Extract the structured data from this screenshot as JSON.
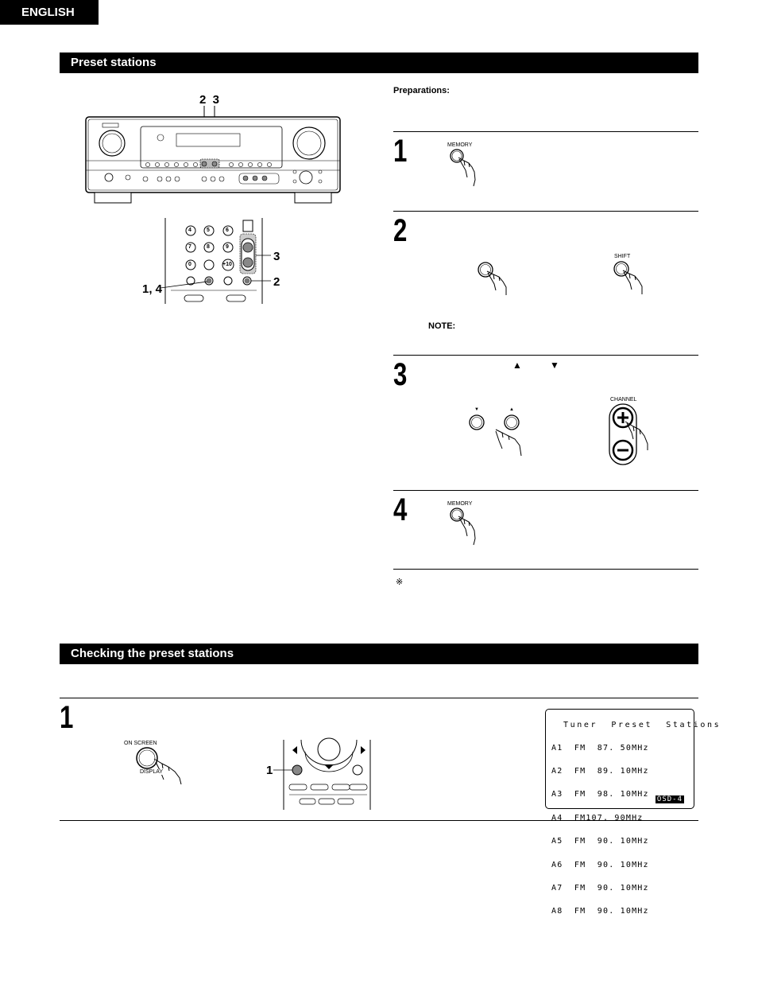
{
  "language_tab": "ENGLISH",
  "section1": {
    "title": "Preset stations",
    "preparations_label": "Preparations:",
    "steps": [
      {
        "number": "1",
        "button_label": "MEMORY"
      },
      {
        "number": "2",
        "button_label": "SHIFT",
        "note_label": "NOTE:"
      },
      {
        "number": "3",
        "arrow_up": "▲",
        "arrow_down": "▼",
        "button_up": "▲",
        "button_down": "▼",
        "channel_label": "CHANNEL"
      },
      {
        "number": "4",
        "button_label": "MEMORY"
      }
    ],
    "footnote_mark": "※",
    "receiver_callout": "2  3",
    "remote_callouts": {
      "right_top": "3",
      "right_bottom": "2",
      "left": "1, 4"
    },
    "remote_keys": [
      "4",
      "5",
      "6",
      "7",
      "8",
      "9",
      "0",
      "+10"
    ]
  },
  "section2": {
    "title": "Checking the preset stations",
    "step_number": "1",
    "button_label_top": "ON SCREEN",
    "button_label_bottom": "DISPLAY",
    "remote_callout": "1",
    "osd": {
      "title": "Tuner  Preset  Stations",
      "rows": [
        "A1  FM  87. 50MHz",
        "A2  FM  89. 10MHz",
        "A3  FM  98. 10MHz",
        "A4  FM107. 90MHz",
        "A5  FM  90. 10MHz",
        "A6  FM  90. 10MHz",
        "A7  FM  90. 10MHz",
        "A8  FM  90. 10MHz"
      ],
      "badge": "OSD-4"
    }
  }
}
